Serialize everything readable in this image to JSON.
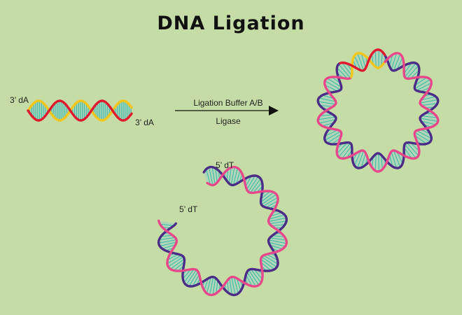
{
  "title": "DNA Ligation",
  "labels": {
    "linear_left_end": "3’ dA",
    "linear_right_end": "3’ dA",
    "arrow_above": "Ligation Buffer A/B",
    "arrow_below": "Ligase",
    "vector_top_end": "5’ dT",
    "vector_left_end": "5’ dT"
  },
  "colors": {
    "background": "#c6dca6",
    "insert_strand_a": "#f5c518",
    "insert_strand_b": "#e0192e",
    "vector_strand_a": "#e8488a",
    "vector_strand_b": "#4b2c86",
    "base_pairs": "#3ab9a8",
    "groove_fill": "#a9d4bd"
  }
}
